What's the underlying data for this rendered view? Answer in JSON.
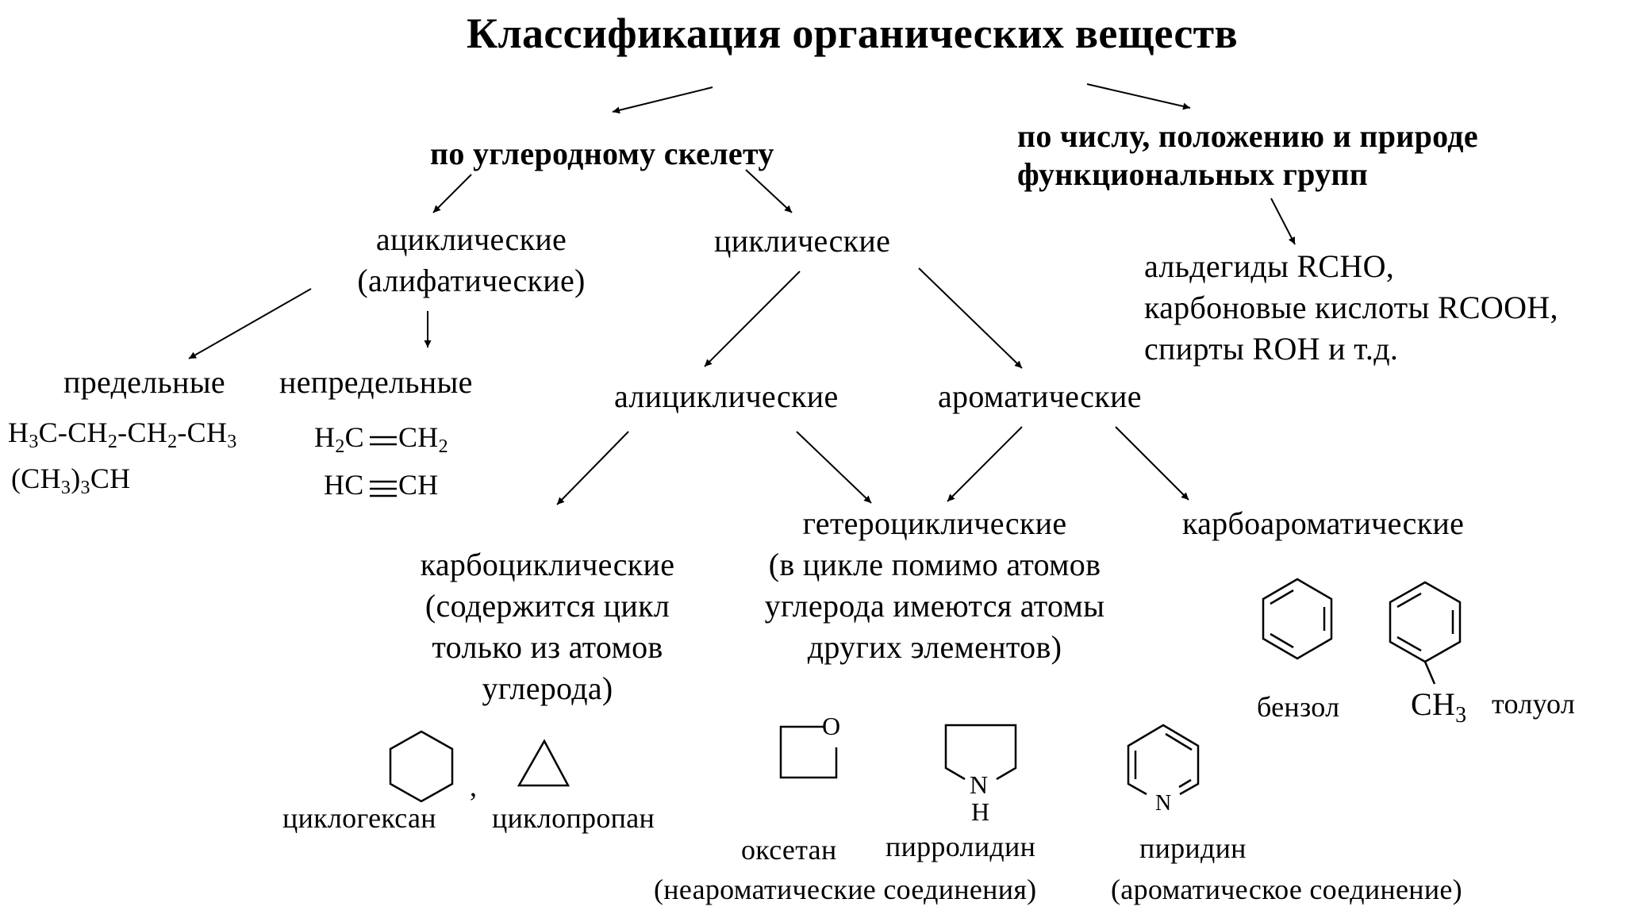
{
  "title": "Классификация органических веществ",
  "branch_skeleton": "по углеродному скелету",
  "branch_functional": "по числу, положению и природе\nфункциональных групп",
  "functional_examples": "альдегиды RCHO,\nкарбоновые кислоты RCOOH,\nспирты ROH и т.д.",
  "acyclic": "ациклические\n(алифатические)",
  "cyclic": "циклические",
  "saturated": "предельные",
  "unsaturated": "непредельные",
  "alicyclic": "алициклические",
  "aromatic": "ароматические",
  "carbocyclic": "карбоциклические\n(содержится цикл\nтолько из атомов\nуглерода)",
  "heterocyclic": "гетероциклические\n(в цикле помимо атомов\nуглерода имеются атомы\nдругих элементов)",
  "carboaromatic": "карбоароматические",
  "formulas": {
    "butane": {
      "p1": "H",
      "s1": "3",
      "p2": "C-CH",
      "s2": "2",
      "p3": "-CH",
      "s3": "2",
      "p4": "-CH",
      "s4": "3"
    },
    "isobutane": {
      "p1": "(CH",
      "s1": "3",
      "p2": ")",
      "s2": "3",
      "p3": "CH"
    },
    "ethylene": {
      "p1": "H",
      "s1": "2",
      "p2": "C",
      "p3": "CH",
      "s3": "2"
    },
    "acetylene": {
      "p1": "HC",
      "p2": "CH"
    }
  },
  "compounds": {
    "cyclohexane": "циклогексан",
    "separator": ",",
    "cyclopropane": "циклопропан",
    "oxetane": "оксетан",
    "pyrrolidine": "пирролидин",
    "pyridine": "пиридин",
    "benzene": "бензол",
    "toluene": "толуол",
    "methyl_base": "CH",
    "methyl_sub": "3"
  },
  "atoms": {
    "oxygen": "O",
    "nitrogen": "N",
    "hydrogen": "H"
  },
  "notes": {
    "nonaromatic": "(неароматические соединения)",
    "aromatic_compound": "(ароматическое соединение)"
  }
}
